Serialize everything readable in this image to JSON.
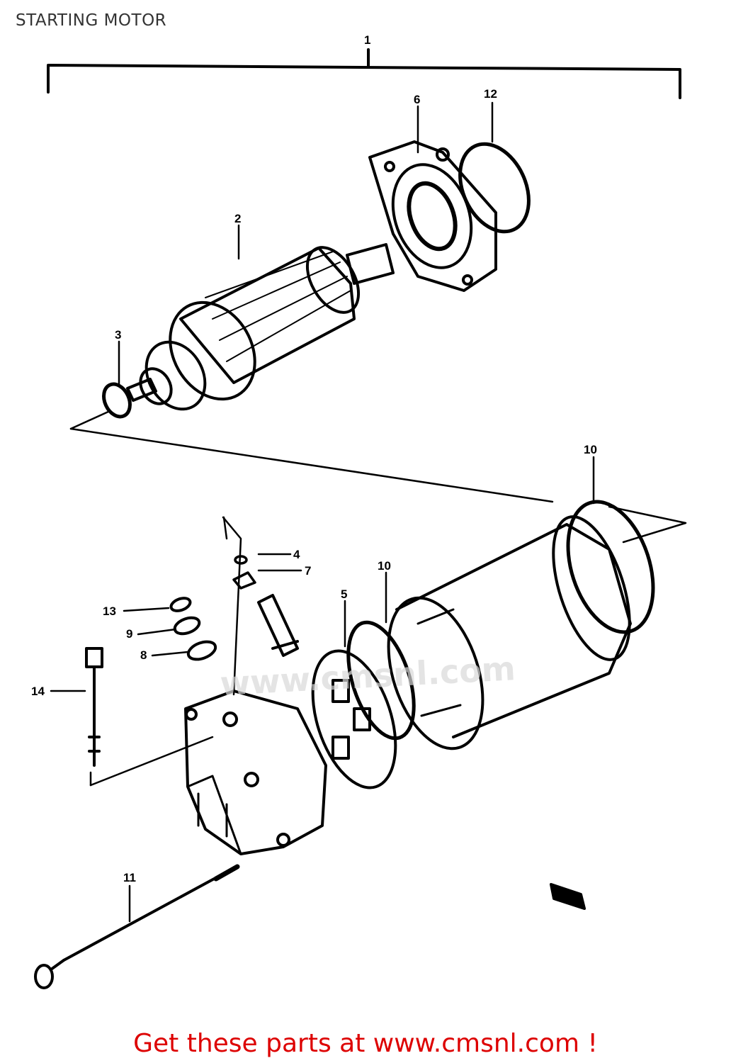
{
  "diagram": {
    "title": "STARTING MOTOR",
    "callouts": {
      "assembly": "1",
      "armature": "2",
      "washer_front": "3",
      "part_4": "4",
      "brush_holder": "5",
      "end_cover": "6",
      "part_7": "7",
      "washer_8": "8",
      "washer_9": "9",
      "o_ring_yoke": "10",
      "o_ring_front": "10",
      "through_bolt": "11",
      "o_ring_cover": "12",
      "nut_13": "13",
      "bolt_14": "14"
    },
    "watermark": "www.cmsnl.com"
  },
  "footer": {
    "link_text": "Get these parts at www.cmsnl.com !",
    "link_color": "#dd0000"
  }
}
